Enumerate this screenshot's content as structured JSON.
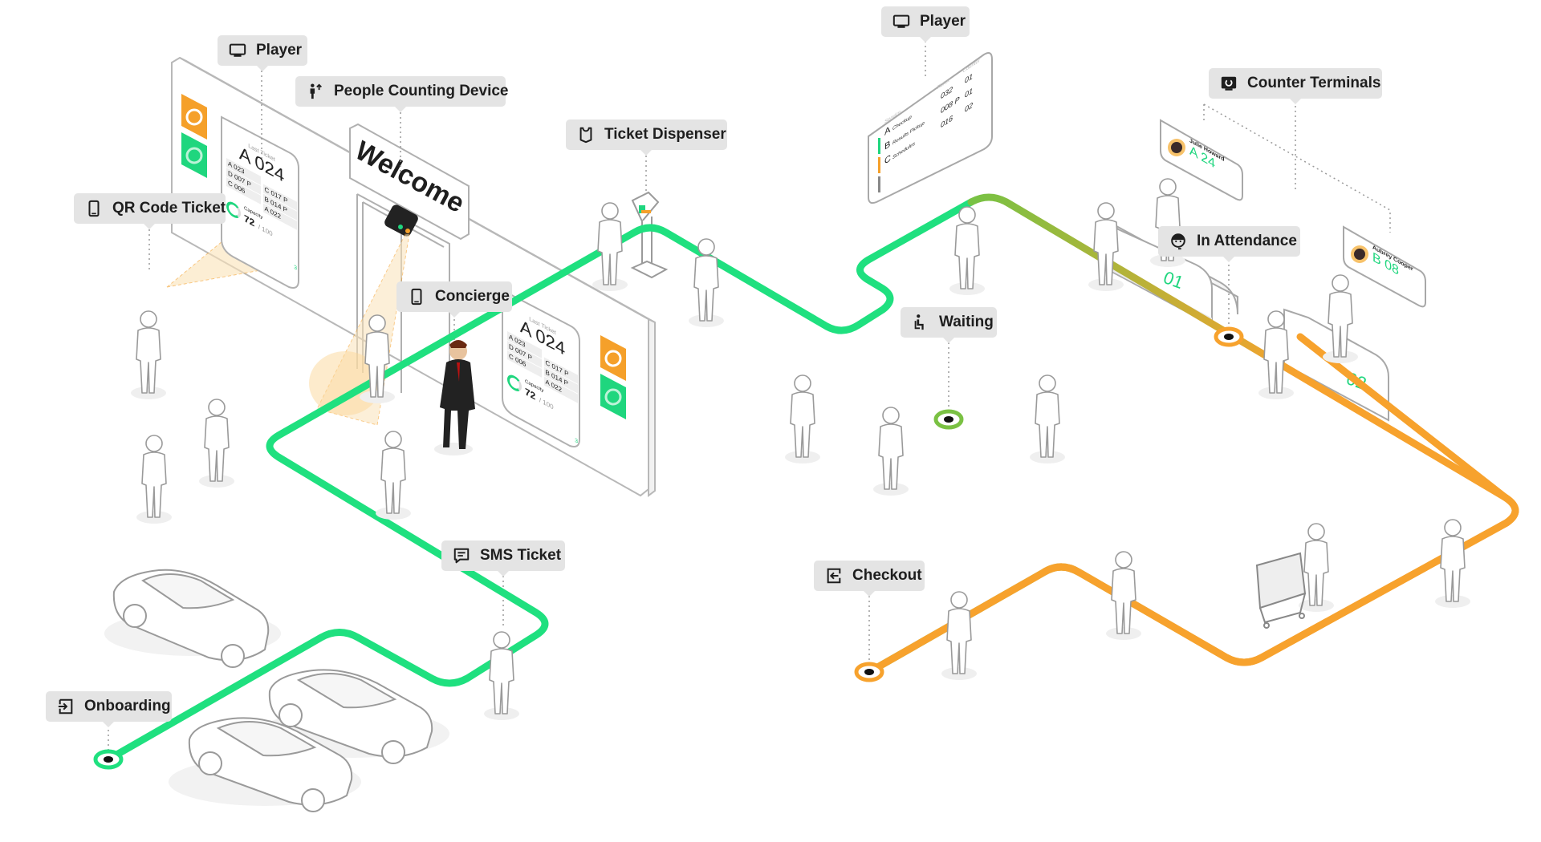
{
  "labels": {
    "player_left": "Player",
    "people_counting": "People Counting Device",
    "ticket_dispenser": "Ticket Dispenser",
    "qr_code_ticket": "QR Code Ticket",
    "concierge": "Concierge",
    "sms_ticket": "SMS Ticket",
    "onboarding": "Onboarding",
    "player_right": "Player",
    "counter_terminals": "Counter Terminals",
    "in_attendance": "In Attendance",
    "waiting": "Waiting",
    "checkout": "Checkout"
  },
  "icons": {
    "player": "monitor-icon",
    "people_counting": "person-up-arrow-icon",
    "ticket_dispenser": "ticket-icon",
    "qr_code_ticket": "smartphone-icon",
    "concierge": "smartphone-icon",
    "sms_ticket": "chat-message-icon",
    "onboarding": "sign-in-icon",
    "counter_terminals": "terminal-refresh-icon",
    "in_attendance": "headset-agent-icon",
    "waiting": "seated-person-icon",
    "checkout": "sign-out-icon"
  },
  "welcome_sign": "Welcome",
  "entrance_board": {
    "last_ticket_label": "Last Ticket",
    "last_ticket": "A 024",
    "left_column": [
      "A 023",
      "D 007 P",
      "C 006"
    ],
    "right_column": [
      "C 017 P",
      "B 014 P",
      "A 022"
    ],
    "capacity_label": "Capacity",
    "capacity_value": "72",
    "capacity_max": "/ 100",
    "page_indicator": "3"
  },
  "queue_board": {
    "headers": [
      "Service",
      "Ticket",
      "Counter"
    ],
    "rows": [
      {
        "letter": "A",
        "service": "Checkup",
        "ticket": "032",
        "counter": "01",
        "color": "#1fd67e"
      },
      {
        "letter": "B",
        "service": "Results Pickup",
        "ticket": "008 P",
        "counter": "01",
        "color": "#f5a02a"
      },
      {
        "letter": "C",
        "service": "Schedules",
        "ticket": "016",
        "counter": "02",
        "color": "#888888"
      }
    ]
  },
  "counters": [
    {
      "number": "01",
      "attendant": "Julie Howard",
      "ticket": "A 24"
    },
    {
      "number": "02",
      "attendant": "Aubrey Cooper",
      "ticket": "B 08"
    }
  ],
  "colors": {
    "path_green": "#1fe07f",
    "path_lime": "#7ac143",
    "path_orange": "#f7a22d",
    "label_bg": "#e4e4e4",
    "accent_green": "#1fd67e",
    "accent_orange": "#f5a02a"
  }
}
